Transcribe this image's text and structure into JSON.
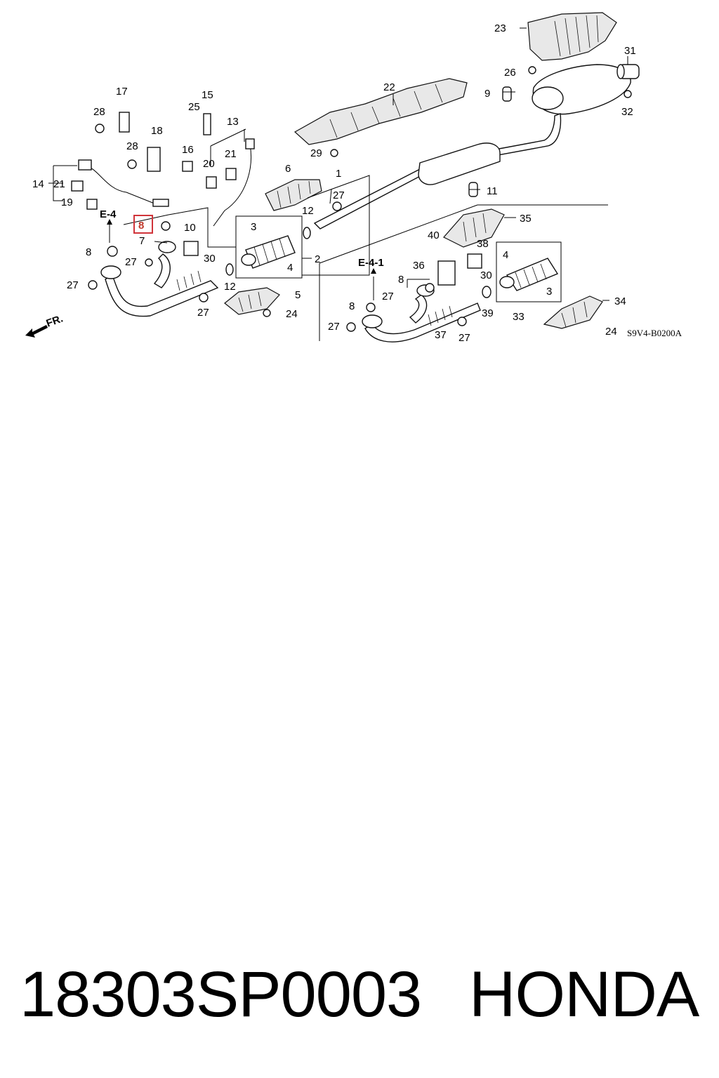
{
  "diagram": {
    "drawing_code": "S9V4-B0200A",
    "front_indicator": "FR.",
    "ref_left": "E-4",
    "ref_right": "E-4-1",
    "highlighted_callout": "8",
    "highlight_color": "#d0343a",
    "callouts": {
      "c1": "1",
      "c2": "2",
      "c3a": "3",
      "c3b": "3",
      "c4a": "4",
      "c4b": "4",
      "c5": "5",
      "c6": "6",
      "c7": "7",
      "c8a": "8",
      "c8c": "8",
      "c8d": "8",
      "c9": "9",
      "c10": "10",
      "c11": "11",
      "c12a": "12",
      "c12b": "12",
      "c13": "13",
      "c14": "14",
      "c15": "15",
      "c16": "16",
      "c17": "17",
      "c18": "18",
      "c19": "19",
      "c20": "20",
      "c21a": "21",
      "c21b": "21",
      "c22": "22",
      "c23": "23",
      "c24a": "24",
      "c24b": "24",
      "c25": "25",
      "c26": "26",
      "c27a": "27",
      "c27b": "27",
      "c27c": "27",
      "c27d": "27",
      "c27e": "27",
      "c27f": "27",
      "c27g": "27",
      "c28a": "28",
      "c28b": "28",
      "c29": "29",
      "c30a": "30",
      "c30b": "30",
      "c31": "31",
      "c32": "32",
      "c33": "33",
      "c34": "34",
      "c35": "35",
      "c36": "36",
      "c37": "37",
      "c38": "38",
      "c39": "39",
      "c40": "40"
    }
  },
  "footer": {
    "part_number": "18303SP0003",
    "brand": "HONDA"
  }
}
